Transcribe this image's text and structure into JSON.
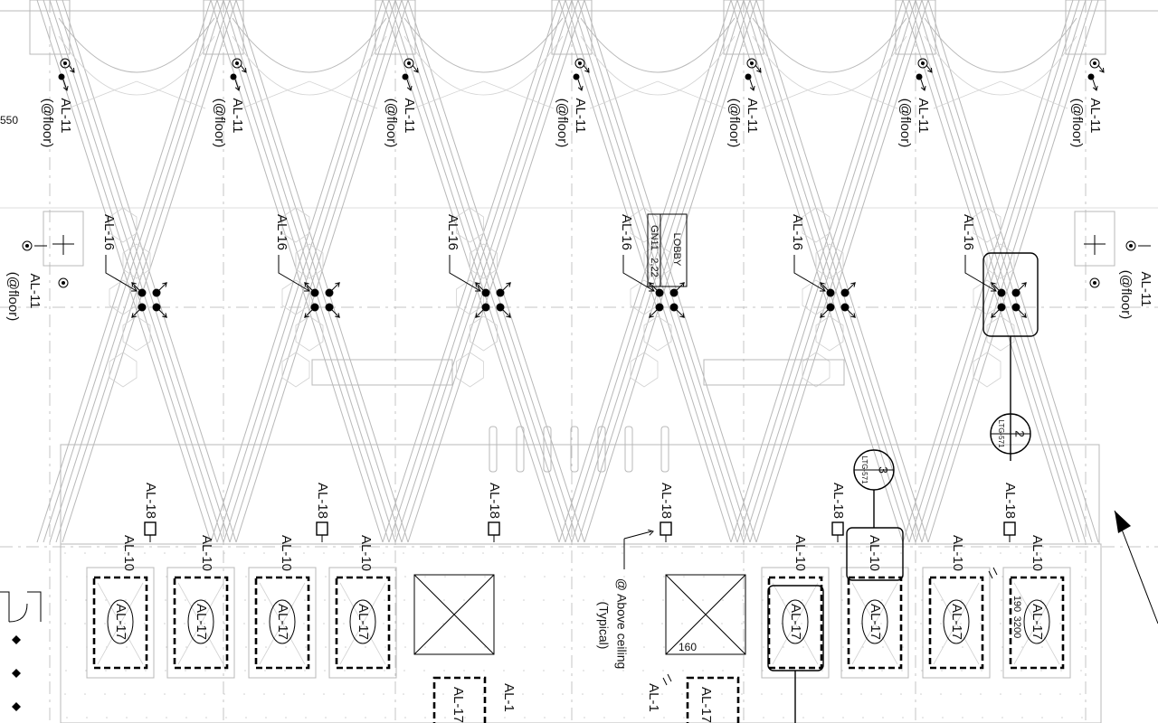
{
  "labels": {
    "al11": "AL-11",
    "floor": "(@floor)",
    "al16": "AL-16",
    "al18": "AL-18",
    "al10": "AL-10",
    "al17": "AL-17",
    "al1_partial": "AL-1",
    "above_ceiling_1": "@ Above ceiling",
    "above_ceiling_2": "(Typical)",
    "lobby": "LOBBY",
    "gn11": "GN11",
    "circuit": "2,22",
    "ltg": "LTG-571",
    "callout_2": "2",
    "callout_3": "3",
    "dim_160": "160",
    "dim_190": "190",
    "dim_3200": "3200",
    "dim_550": "550"
  },
  "colors": {
    "ink": "#000000",
    "background_linework": "#b8b8b8"
  }
}
